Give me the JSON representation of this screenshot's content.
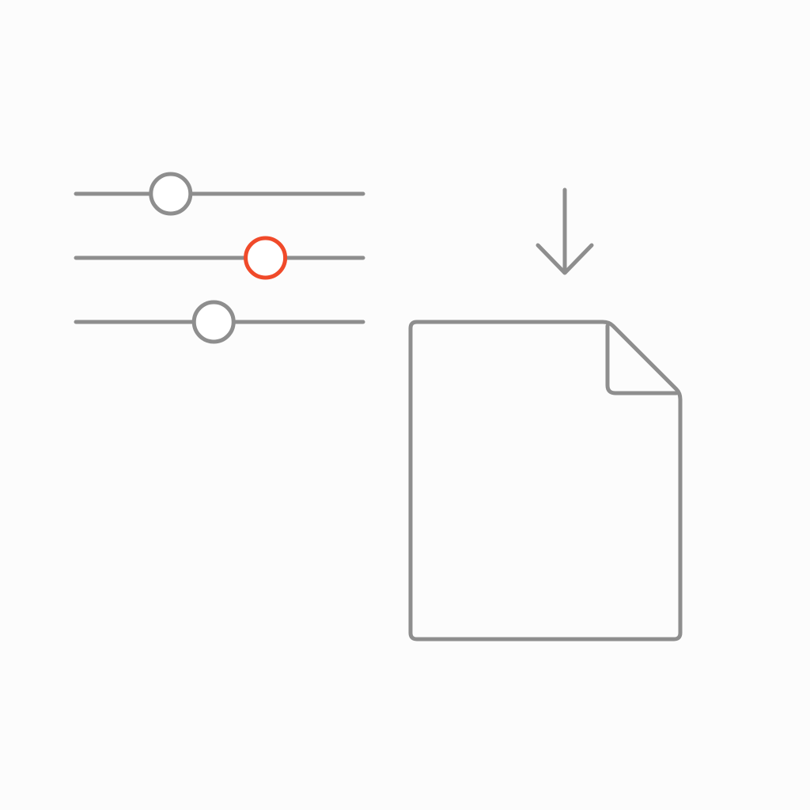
{
  "colors": {
    "background": "#fcfcfc",
    "stroke": "#8e8e8e",
    "accent": "#f04a2a",
    "fill": "#ffffff"
  },
  "sliders": [
    {
      "id": "slider-1",
      "value": 0.33,
      "highlighted": false
    },
    {
      "id": "slider-2",
      "value": 0.66,
      "highlighted": true
    },
    {
      "id": "slider-3",
      "value": 0.48,
      "highlighted": false
    }
  ],
  "icons": {
    "download": "arrow-down-icon",
    "document": "document-icon"
  }
}
